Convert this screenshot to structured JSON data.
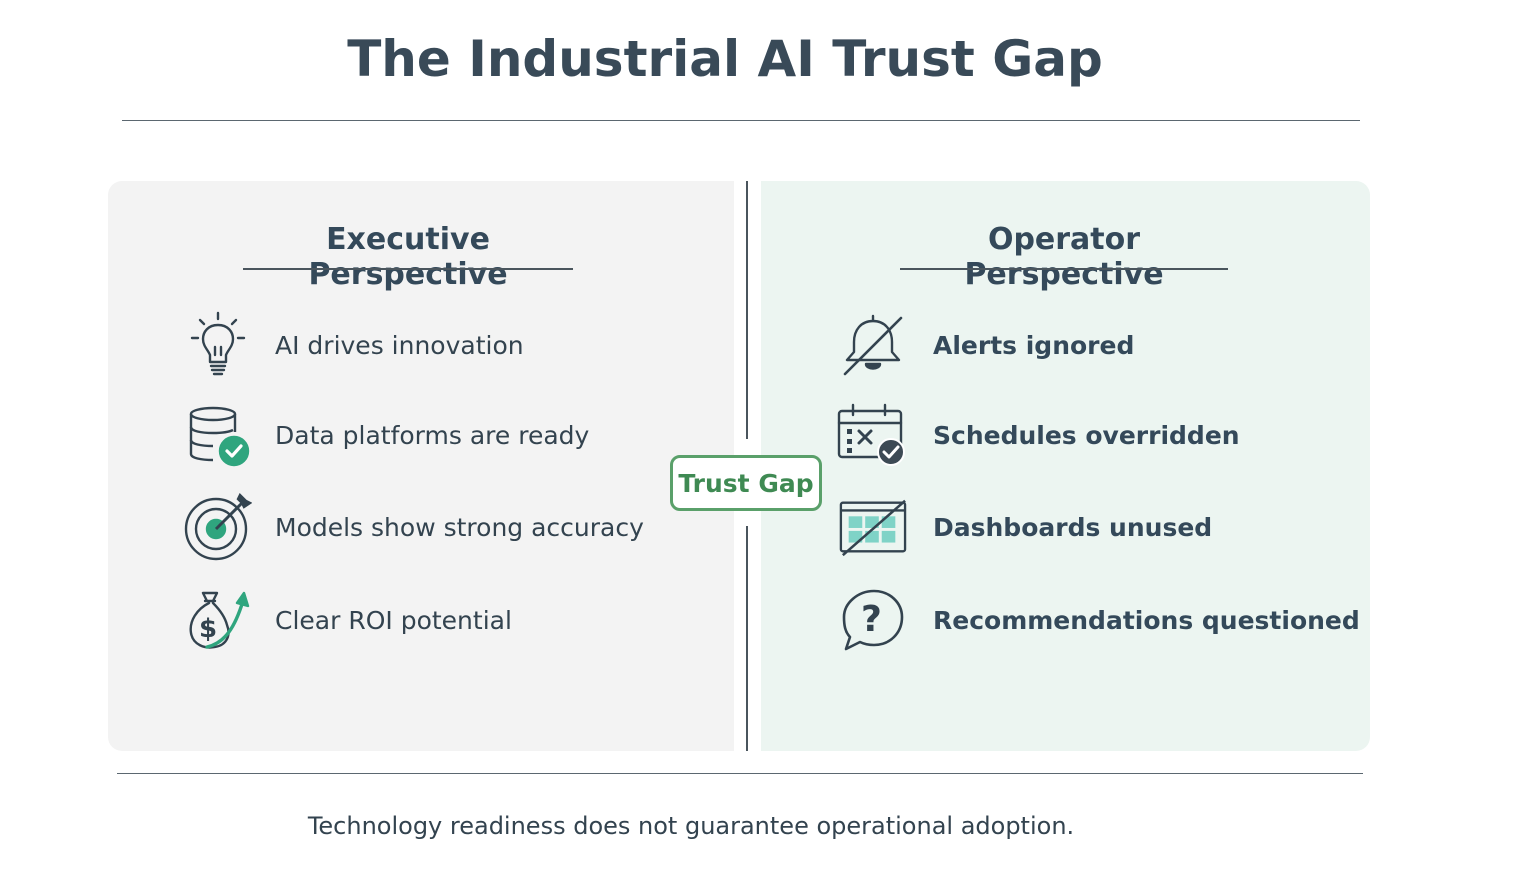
{
  "title": "The Industrial AI Trust Gap",
  "executive": {
    "heading": "Executive Perspective",
    "items": [
      {
        "label": "AI drives innovation",
        "icon": "lightbulb-icon"
      },
      {
        "label": "Data platforms are ready",
        "icon": "database-check-icon"
      },
      {
        "label": "Models show strong accuracy",
        "icon": "target-icon"
      },
      {
        "label": "Clear ROI potential",
        "icon": "money-bag-growth-icon"
      }
    ]
  },
  "operator": {
    "heading": "Operator Perspective",
    "items": [
      {
        "label": "Alerts ignored",
        "icon": "bell-off-icon"
      },
      {
        "label": "Schedules overridden",
        "icon": "calendar-check-icon"
      },
      {
        "label": "Dashboards unused",
        "icon": "dashboard-crossed-icon"
      },
      {
        "label": "Recommendations questioned",
        "icon": "question-bubble-icon"
      }
    ]
  },
  "gap_label": "Trust Gap",
  "footer": "Technology readiness does not guarantee operational adoption.",
  "colors": {
    "accent_green": "#2fa57e",
    "badge_green": "#5aa06a",
    "executive_panel": "#f3f3f3",
    "operator_panel": "#ecf5f1",
    "ink": "#34495a"
  }
}
